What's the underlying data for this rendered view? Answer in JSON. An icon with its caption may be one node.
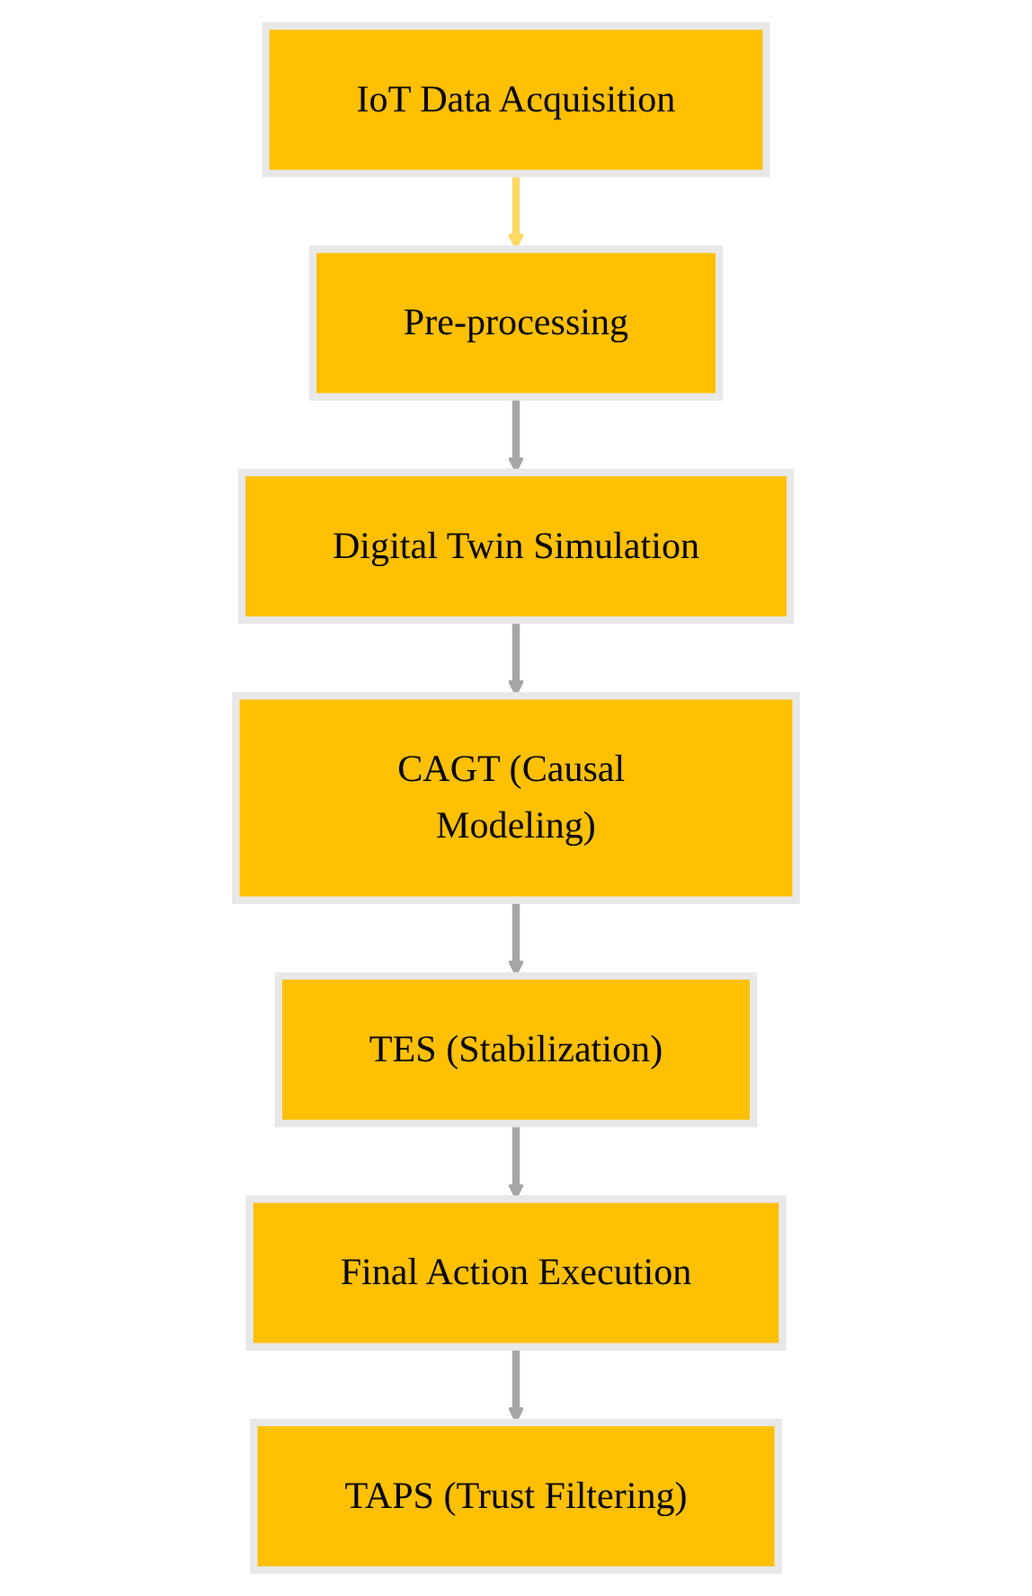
{
  "diagram": {
    "nodes": [
      {
        "text": [
          "IoT Data Acquisition"
        ]
      },
      {
        "text": [
          "Pre-processing"
        ]
      },
      {
        "text": [
          "Digital Twin Simulation"
        ]
      },
      {
        "text": [
          "CAGT (Causal Modeling)"
        ]
      },
      {
        "text": [
          "TES (Stabilization)"
        ]
      },
      {
        "text": [
          "Final Action Execution"
        ]
      },
      {
        "text": [
          "TAPS (Trust Filtering)"
        ]
      }
    ],
    "edges": [
      {
        "from": 0,
        "to": 1,
        "arrow": "to",
        "color": "#ffd966"
      },
      {
        "from": 1,
        "to": 2,
        "arrow": "to"
      },
      {
        "from": 2,
        "to": 3,
        "arrow": "to"
      },
      {
        "from": 3,
        "to": 4,
        "arrow": "to"
      },
      {
        "from": 4,
        "to": 5,
        "arrow": "to"
      },
      {
        "from": 5,
        "to": 6,
        "arrow": "to"
      }
    ]
  }
}
